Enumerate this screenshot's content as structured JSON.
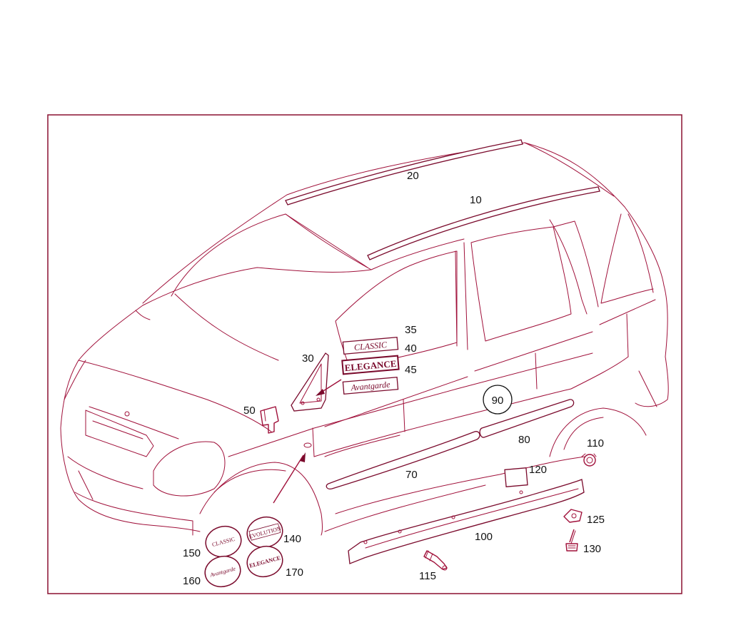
{
  "colors": {
    "line": "#a0103a",
    "frame": "#8a1030",
    "label": "#111111"
  },
  "emblems": {
    "side_classic": "CLASSIC",
    "side_elegance": "ELEGANCE",
    "side_avantgarde": "Avantgarde",
    "round_classic": "CLASSIC",
    "round_evolution": "EVOLUTION",
    "round_avantgarde": "Avantgarde",
    "round_elegance": "ELEGANCE"
  },
  "callouts": {
    "p10": "10",
    "p20": "20",
    "p30": "30",
    "p35": "35",
    "p40": "40",
    "p45": "45",
    "p50": "50",
    "p70": "70",
    "p80": "80",
    "p90": "90",
    "p100": "100",
    "p110": "110",
    "p115": "115",
    "p120": "120",
    "p125": "125",
    "p130": "130",
    "p140": "140",
    "p150": "150",
    "p160": "160",
    "p170": "170"
  }
}
